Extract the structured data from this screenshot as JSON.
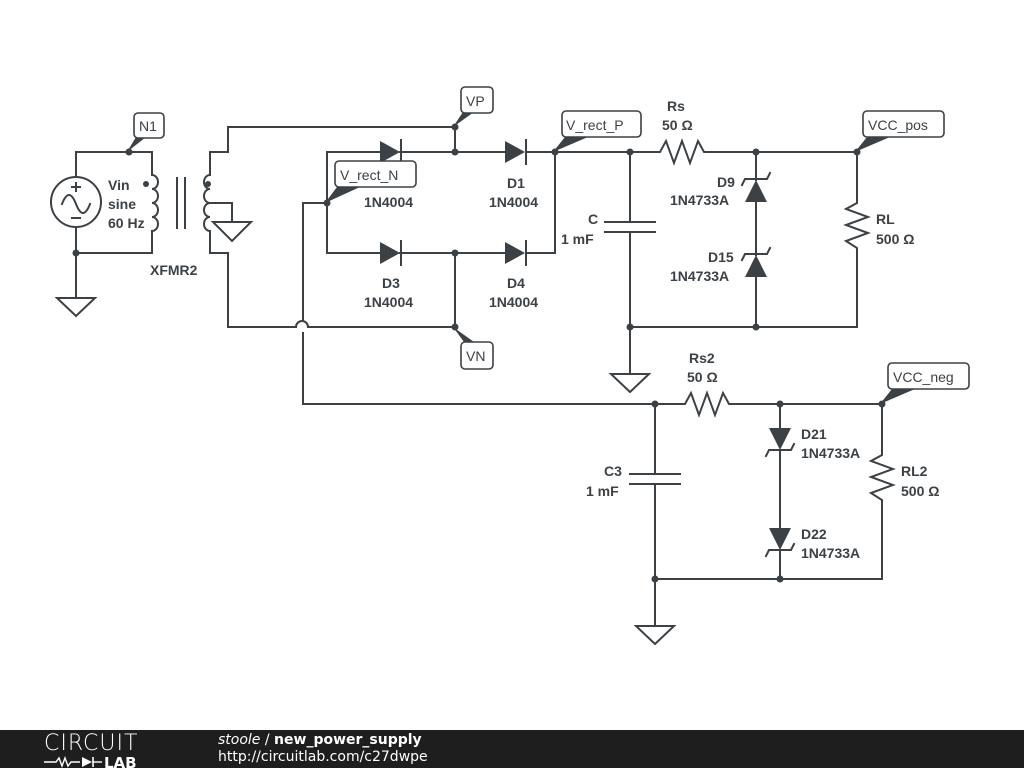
{
  "footer": {
    "logo_top": "CIRCUIT",
    "logo_bottom": "LAB",
    "user": "stoole",
    "separator": " / ",
    "project": "new_power_supply",
    "url": "http://circuitlab.com/c27dwpe"
  },
  "net_labels": {
    "n1": "N1",
    "vp": "VP",
    "vn": "VN",
    "v_rect_p": "V_rect_P",
    "v_rect_n": "V_rect_N",
    "vcc_pos": "VCC_pos",
    "vcc_neg": "VCC_neg"
  },
  "components": {
    "vin": {
      "name": "Vin",
      "type": "sine",
      "freq": "60 Hz"
    },
    "xfmr": {
      "name": "XFMR2"
    },
    "d1": {
      "name": "D1",
      "part": "1N4004"
    },
    "d2": {
      "name": "",
      "part": "1N4004"
    },
    "d3": {
      "name": "D3",
      "part": "1N4004"
    },
    "d4": {
      "name": "D4",
      "part": "1N4004"
    },
    "c": {
      "name": "C",
      "value": "1 mF"
    },
    "rs": {
      "name": "Rs",
      "value": "50 Ω"
    },
    "d9": {
      "name": "D9",
      "part": "1N4733A"
    },
    "d15": {
      "name": "D15",
      "part": "1N4733A"
    },
    "rl": {
      "name": "RL",
      "value": "500 Ω"
    },
    "c3": {
      "name": "C3",
      "value": "1 mF"
    },
    "rs2": {
      "name": "Rs2",
      "value": "50 Ω"
    },
    "d21": {
      "name": "D21",
      "part": "1N4733A"
    },
    "d22": {
      "name": "D22",
      "part": "1N4733A"
    },
    "rl2": {
      "name": "RL2",
      "value": "500 Ω"
    }
  }
}
